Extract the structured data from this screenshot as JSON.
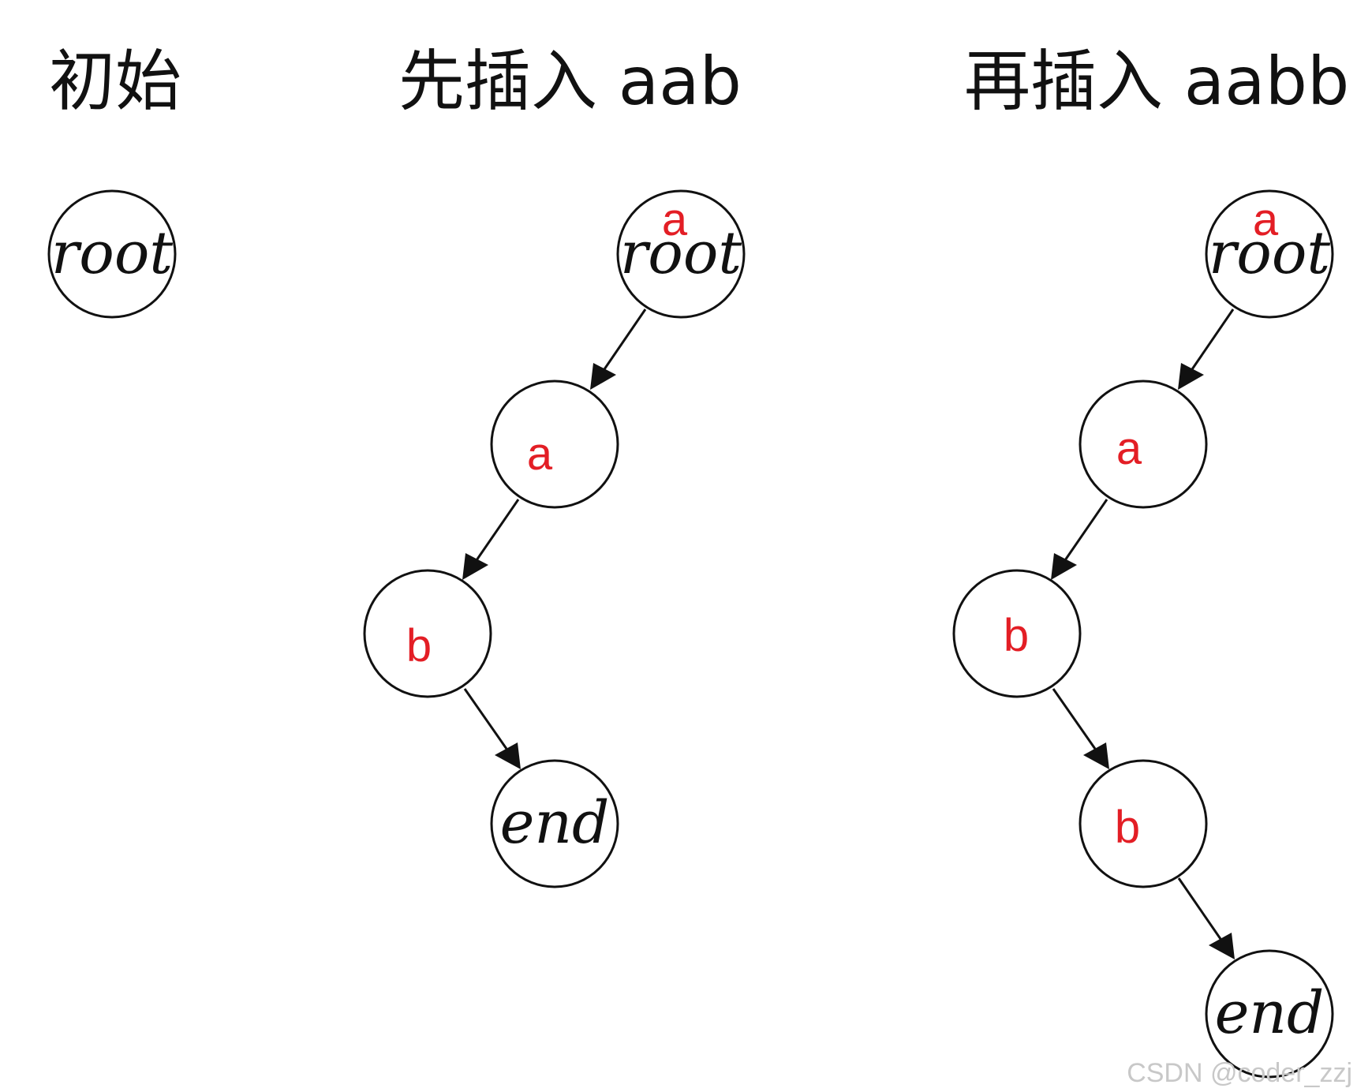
{
  "titles": {
    "initial": "初始",
    "first_insert": "先插入 aab",
    "second_insert": "再插入 aabb"
  },
  "node_labels": {
    "root": "root",
    "end": "end"
  },
  "diagram_two": {
    "root_count": "a",
    "n1": "a",
    "n2": "b"
  },
  "diagram_three": {
    "root_count": "a",
    "n1": "a",
    "n2": "b",
    "n3": "b"
  },
  "watermark": "CSDN @coder_zzj",
  "colors": {
    "accent_red": "#e31e25",
    "ink": "#111111"
  }
}
